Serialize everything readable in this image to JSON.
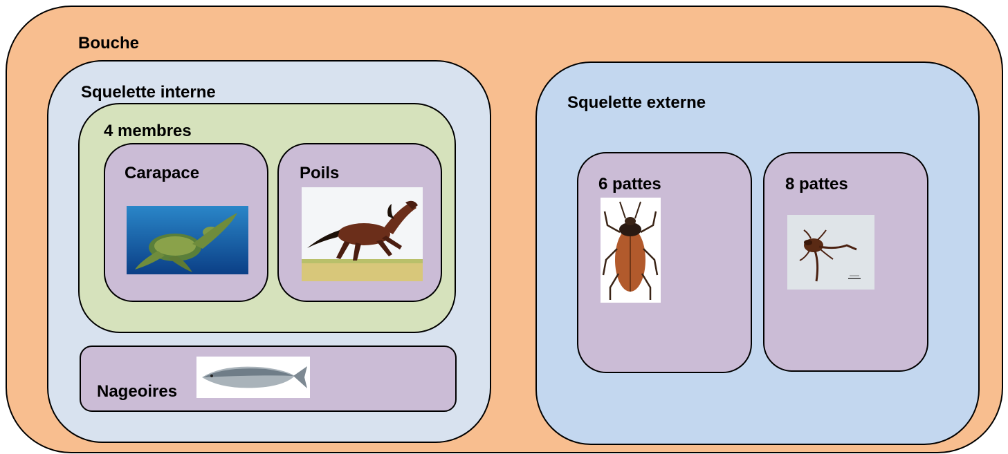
{
  "colors": {
    "bouche": "#F8BE8F",
    "squelette_interne": "#D8E2EF",
    "membres": "#D6E2BC",
    "leaf": "#CBBCD6",
    "squelette_externe": "#C3D7EF",
    "border": "#000000"
  },
  "groups": {
    "bouche": {
      "label": "Bouche"
    },
    "squelette_interne": {
      "label": "Squelette interne"
    },
    "membres": {
      "label": "4 membres"
    },
    "carapace": {
      "label": "Carapace",
      "image": "sea-turtle-photo"
    },
    "poils": {
      "label": "Poils",
      "image": "horse-photo"
    },
    "nageoires": {
      "label": "Nageoires",
      "image": "salmon-photo"
    },
    "squelette_externe": {
      "label": "Squelette externe"
    },
    "six_pattes": {
      "label": "6 pattes",
      "image": "beetle-photo"
    },
    "huit_pattes": {
      "label": "8 pattes",
      "image": "tick-photo"
    }
  }
}
